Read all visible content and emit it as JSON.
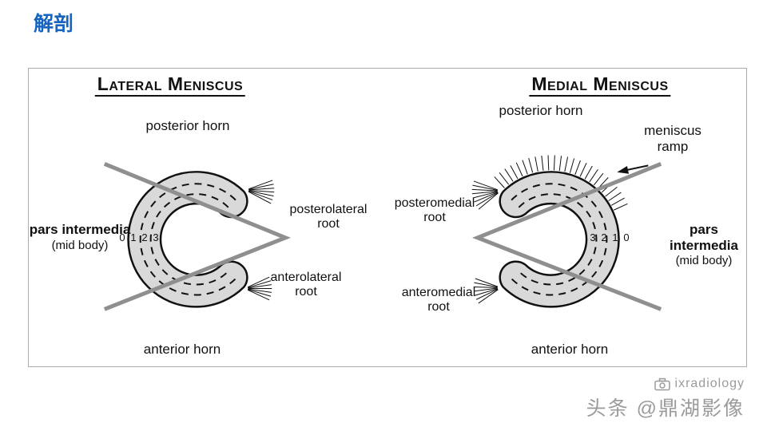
{
  "page": {
    "title": "解剖"
  },
  "figure": {
    "left": {
      "heading": "Lateral Meniscus",
      "posterior_horn": "posterior horn",
      "posterolateral_root": "posterolateral root",
      "pars_intermedia": "pars intermedia",
      "mid_body": "(mid body)",
      "zones": [
        "0",
        "1",
        "2",
        "3"
      ],
      "anterolateral_root": "anterolateral root",
      "anterior_horn": "anterior horn"
    },
    "right": {
      "heading": "Medial Meniscus",
      "posterior_horn": "posterior horn",
      "meniscus_ramp": "meniscus ramp",
      "posteromedial_root": "posteromedial root",
      "pars_intermedia": "pars intermedia",
      "mid_body": "(mid body)",
      "zones": [
        "3",
        "2",
        "1",
        "0"
      ],
      "anteromedial_root": "anteromedial root",
      "anterior_horn": "anterior horn"
    }
  },
  "watermark": {
    "brand": "ixradiology",
    "credit": "头条 @鼎湖影像"
  },
  "colors": {
    "accent": "#1565c0",
    "slice_line": "#8f8f8f",
    "meniscus_fill": "#d9d9d9",
    "watermark": "#9b9b9b"
  }
}
